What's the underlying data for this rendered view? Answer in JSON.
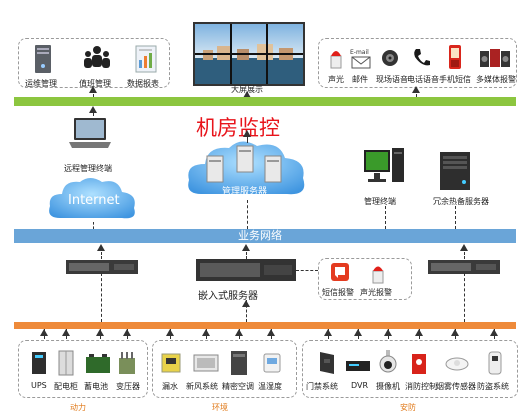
{
  "title": "机房监控",
  "top_left": {
    "items": [
      "运维管理",
      "值班管理",
      "数据报表"
    ]
  },
  "screen_label": "大屏展示",
  "top_right": {
    "items": [
      "声光",
      "邮件",
      "现场语音",
      "电话语音",
      "手机短信",
      "多媒体报警"
    ],
    "email_text": "E-mail"
  },
  "internet": {
    "label": "Internet",
    "terminal": "远程管理终端"
  },
  "server_cloud": "管理服务器",
  "mgmt_terminal": "管理终端",
  "hot_standby": "冗余热备服务器",
  "network_bar": "业务网络",
  "embedded_server": "嵌入式服务器",
  "alarms": [
    "短信报警",
    "声光报警"
  ],
  "bottom": {
    "power": {
      "items": [
        "UPS",
        "配电柜",
        "蓄电池",
        "变压器"
      ],
      "label": "动力"
    },
    "env": {
      "items": [
        "漏水",
        "新风系统",
        "精密空调",
        "温湿度"
      ],
      "label": "环境"
    },
    "security": {
      "items": [
        "门禁系统",
        "DVR",
        "摄像机",
        "消防控制",
        "烟雾传感器",
        "防盗系统"
      ],
      "label": "安防"
    }
  },
  "colors": {
    "green_bar": "#8cc63f",
    "blue_bar": "#6aa5d8",
    "orange_bar": "#ee8a3a",
    "title_red": "#e8141b"
  }
}
